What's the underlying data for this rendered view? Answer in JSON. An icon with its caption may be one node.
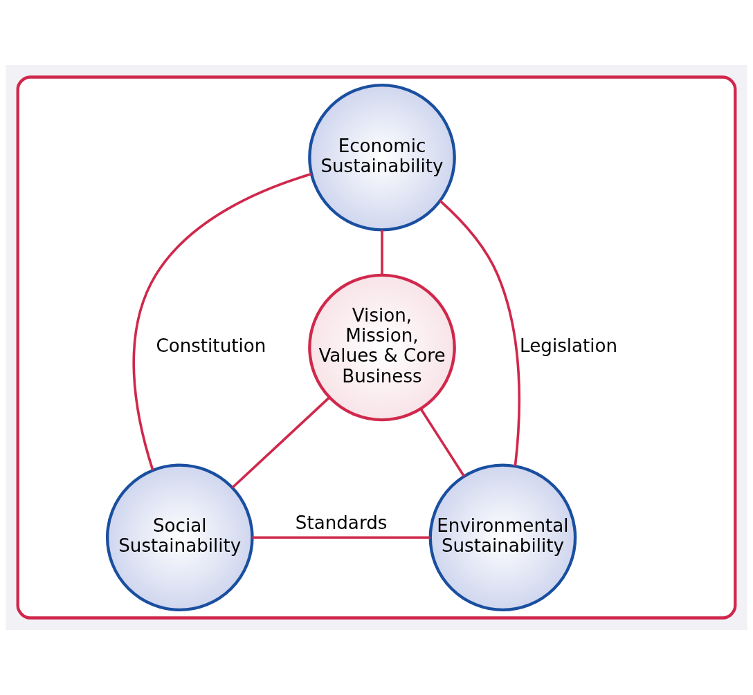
{
  "diagram": {
    "nodes": [
      {
        "text": [],
        "shape": "triangle"
      },
      {
        "text": [
          "Economic Sustainability"
        ],
        "in": 0
      },
      {
        "text": [
          "Vision, Mission, Values & Core Business"
        ],
        "in": 0
      },
      {
        "text": [
          "Social Sustainability"
        ],
        "in": 0
      },
      {
        "text": [
          "Environmental Sustainability"
        ],
        "in": 0
      }
    ],
    "edges": [
      {
        "from": 1,
        "to": 3,
        "arrow": "none",
        "label": "Constitution"
      },
      {
        "from": 1,
        "to": 4,
        "arrow": "none",
        "label": "Legislation"
      },
      {
        "from": 1,
        "to": 2,
        "arrow": "none"
      },
      {
        "from": 2,
        "to": 3,
        "arrow": "none"
      },
      {
        "from": 2,
        "to": 4,
        "arrow": "none"
      },
      {
        "from": 3,
        "to": 4,
        "arrow": "none",
        "label": "Standards"
      }
    ]
  }
}
